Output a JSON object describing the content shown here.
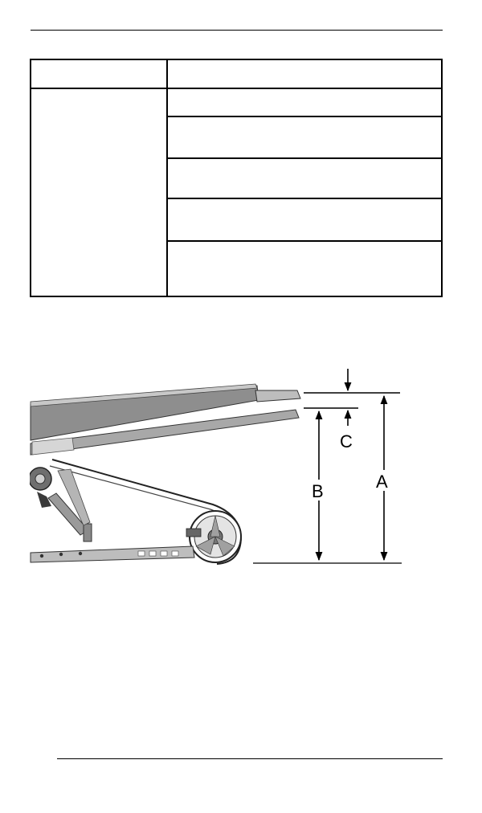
{
  "header": {
    "rule": true
  },
  "table": {
    "header_left": "",
    "header_right": "",
    "left_cell": "",
    "rows": [
      "",
      "",
      "",
      "",
      ""
    ]
  },
  "figure": {
    "labels": {
      "a": "A",
      "b": "B",
      "c": "C"
    },
    "colors": {
      "line": "#000000",
      "part_fill": "#9a9a9a",
      "part_dark": "#555555",
      "part_light": "#d4d4d4"
    }
  },
  "footer": {
    "rule": true
  }
}
